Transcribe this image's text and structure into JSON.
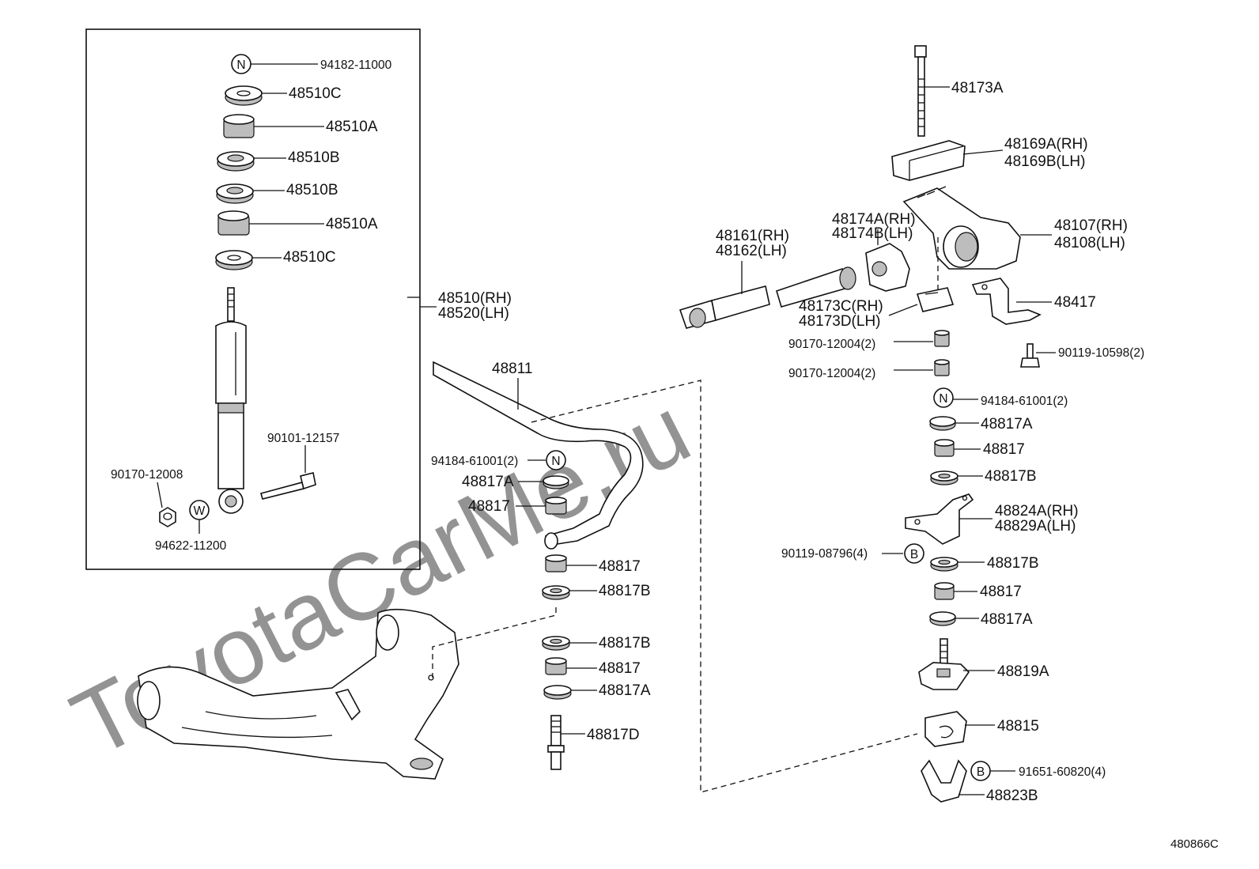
{
  "watermark": "ToyotaCarMe.ru",
  "diagram_code": "480866C",
  "markers": {
    "n": "N",
    "w": "W",
    "b": "B"
  },
  "labels": {
    "p94182_11000": "94182-11000",
    "p48510c_top": "48510C",
    "p48510a_top": "48510A",
    "p48510b_1": "48510B",
    "p48510b_2": "48510B",
    "p48510a_2": "48510A",
    "p48510c_2": "48510C",
    "p48510_rh": "48510(RH)",
    "p48520_lh": "48520(LH)",
    "p90101_12157": "90101-12157",
    "p90170_12008": "90170-12008",
    "p94622_11200": "94622-11200",
    "p48811": "48811",
    "p94184_61001_l": "94184-61001(2)",
    "p48817a_l1": "48817A",
    "p48817_l1": "48817",
    "p48817_l2": "48817",
    "p48817b_l1": "48817B",
    "p48817b_l2": "48817B",
    "p48817_l3": "48817",
    "p48817a_l2": "48817A",
    "p48817d": "48817D",
    "p48173a": "48173A",
    "p48169a_rh": "48169A(RH)",
    "p48169b_lh": "48169B(LH)",
    "p48174a_rh": "48174A(RH)",
    "p48174b_lh": "48174B(LH)",
    "p48161_rh": "48161(RH)",
    "p48162_lh": "48162(LH)",
    "p48107_rh": "48107(RH)",
    "p48108_lh": "48108(LH)",
    "p48173c_rh": "48173C(RH)",
    "p48173d_lh": "48173D(LH)",
    "p48417": "48417",
    "p90170_12004_1": "90170-12004(2)",
    "p90170_12004_2": "90170-12004(2)",
    "p90119_10598": "90119-10598(2)",
    "p94184_61001_r": "94184-61001(2)",
    "p48817a_r1": "48817A",
    "p48817_r1": "48817",
    "p48817b_r1": "48817B",
    "p48824a_rh": "48824A(RH)",
    "p48829a_lh": "48829A(LH)",
    "p90119_08796": "90119-08796(4)",
    "p48817b_r2": "48817B",
    "p48817_r2": "48817",
    "p48817a_r2": "48817A",
    "p48819a": "48819A",
    "p48815": "48815",
    "p91651_60820": "91651-60820(4)",
    "p48823b": "48823B"
  }
}
